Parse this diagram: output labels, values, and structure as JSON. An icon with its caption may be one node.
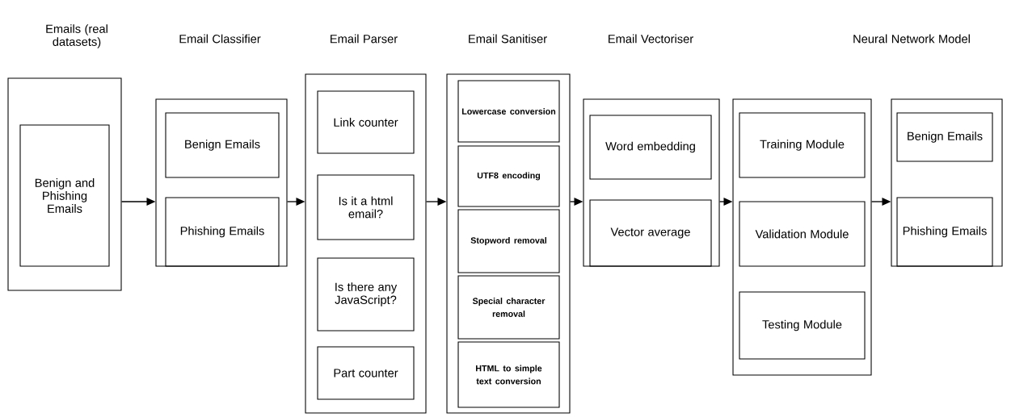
{
  "diagram": {
    "nodes": [
      {
        "text": [
          "Emails (real datasets)"
        ]
      },
      {
        "text": [
          "Benign and Phishing Emails"
        ],
        "in": 0
      },
      {
        "text": [
          "Email Classifier"
        ]
      },
      {
        "text": [
          "Benign Emails"
        ],
        "in": 2
      },
      {
        "text": [
          "Phishing Emails"
        ],
        "in": 2
      },
      {
        "text": [
          "Email Parser"
        ]
      },
      {
        "text": [
          "Link counter"
        ],
        "in": 5
      },
      {
        "text": [
          "Is it a html email?"
        ],
        "in": 5
      },
      {
        "text": [
          "Is there any JavaScript?"
        ],
        "in": 5
      },
      {
        "text": [
          "Part counter"
        ],
        "in": 5
      },
      {
        "text": [
          "Email Sanitiser"
        ]
      },
      {
        "text": [
          "Lowercase conversion"
        ],
        "in": 10
      },
      {
        "text": [
          "UTF8 encoding"
        ],
        "in": 10
      },
      {
        "text": [
          "Stopword removal"
        ],
        "in": 10
      },
      {
        "text": [
          "Special character removal"
        ],
        "in": 10
      },
      {
        "text": [
          "HTML to simple text conversion"
        ],
        "in": 10
      },
      {
        "text": [
          "Email Vectoriser"
        ]
      },
      {
        "text": [
          "Word embedding"
        ],
        "in": 16
      },
      {
        "text": [
          "Vector average"
        ],
        "in": 16
      },
      {
        "text": [
          "Neural Network Model"
        ]
      },
      {
        "text": [
          "Training Module"
        ],
        "in": 19
      },
      {
        "text": [
          "Validation Module"
        ],
        "in": 19
      },
      {
        "text": [
          "Testing Module"
        ],
        "in": 19
      },
      {
        "text": [],
        "shape": "box"
      },
      {
        "text": [
          "Benign Emails"
        ],
        "in": 23
      },
      {
        "text": [
          "Phishing Emails"
        ],
        "in": 23
      }
    ],
    "edges": [
      {
        "from": 0,
        "to": 2,
        "arrow": "to"
      },
      {
        "from": 2,
        "to": 5,
        "arrow": "to"
      },
      {
        "from": 5,
        "to": 10,
        "arrow": "to"
      },
      {
        "from": 10,
        "to": 16,
        "arrow": "to"
      },
      {
        "from": 16,
        "to": 19,
        "arrow": "to"
      },
      {
        "from": 19,
        "to": 23,
        "arrow": "to"
      }
    ]
  }
}
